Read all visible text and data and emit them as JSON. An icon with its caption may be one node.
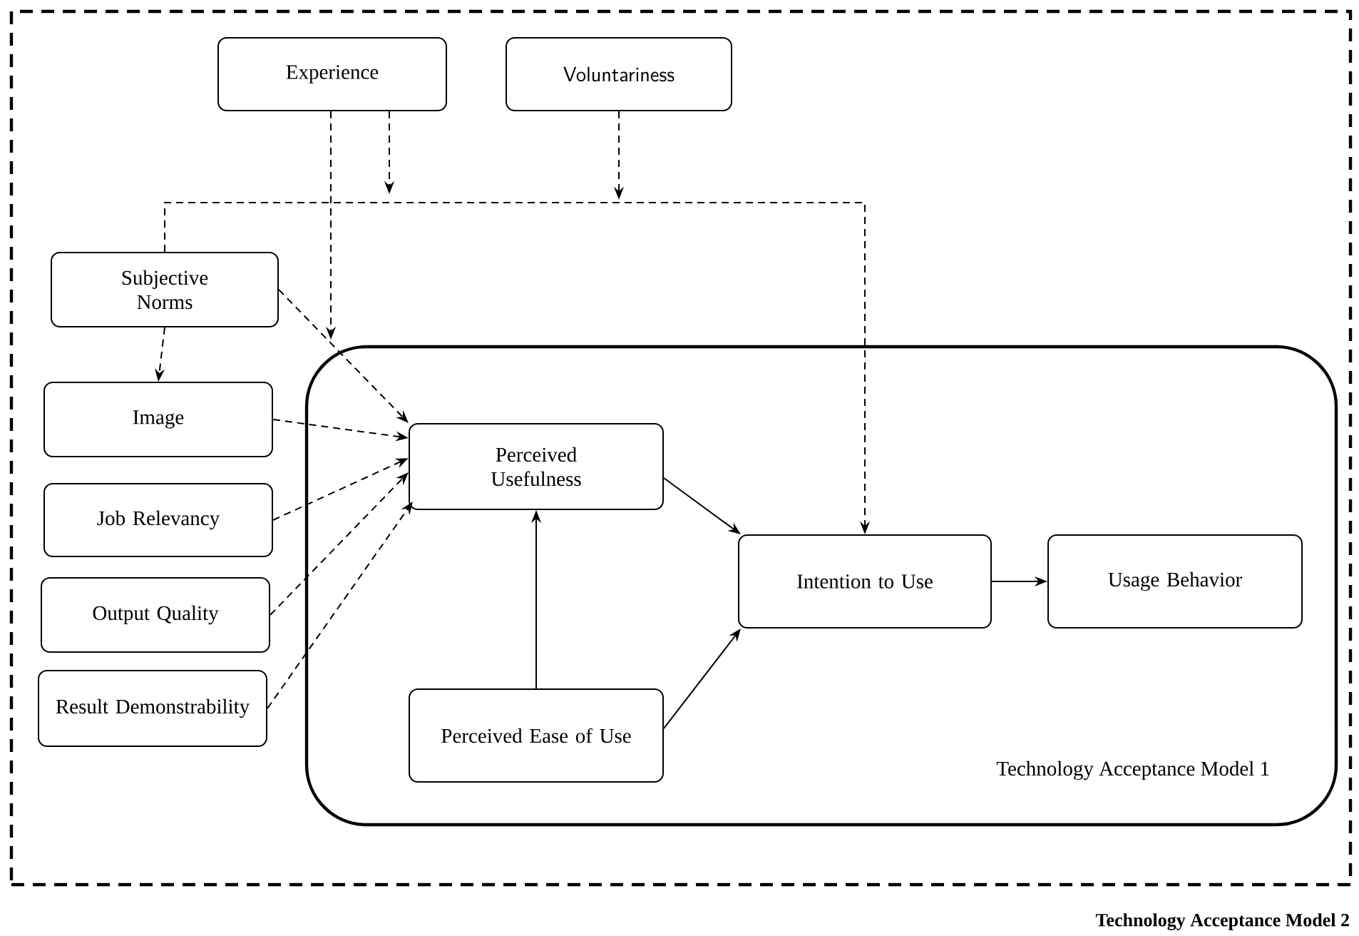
{
  "diagram": {
    "nodes": [
      {
        "text": [
          "Technology Acceptance Model 2"
        ]
      },
      {
        "text": [
          "Experience"
        ],
        "in": 0
      },
      {
        "text": [
          "Voluntariness"
        ],
        "in": 0
      },
      {
        "text": [
          "Subjective Norms"
        ],
        "in": 0
      },
      {
        "text": [
          "Image"
        ],
        "in": 0
      },
      {
        "text": [
          "Job Relevancy"
        ],
        "in": 0
      },
      {
        "text": [
          "Output Quality"
        ],
        "in": 0
      },
      {
        "text": [
          "Result Demonstrability"
        ],
        "in": 0
      },
      {
        "text": [
          "Technology Acceptance Model 1"
        ],
        "in": 0
      },
      {
        "text": [
          "Perceived Usefulness"
        ],
        "in": 8
      },
      {
        "text": [
          "Perceived Ease of Use"
        ],
        "in": 8
      },
      {
        "text": [
          "Intention to Use"
        ],
        "in": 8
      },
      {
        "text": [
          "Usage Behavior"
        ],
        "in": 8
      }
    ],
    "edges": [
      {
        "from": 1,
        "to": null,
        "arrow": "to",
        "style": "dashed"
      },
      {
        "from": 1,
        "to": null,
        "arrow": "to",
        "style": "dashed"
      },
      {
        "from": 2,
        "to": null,
        "arrow": "to",
        "style": "dashed"
      },
      {
        "from": 3,
        "to": 11,
        "arrow": "to",
        "style": "dashed"
      },
      {
        "from": 3,
        "to": 4,
        "arrow": "to",
        "style": "dashed"
      },
      {
        "from": 3,
        "to": 9,
        "arrow": "to",
        "style": "dashed"
      },
      {
        "from": 4,
        "to": 9,
        "arrow": "to",
        "style": "dashed"
      },
      {
        "from": 5,
        "to": 9,
        "arrow": "to",
        "style": "dashed"
      },
      {
        "from": 6,
        "to": 9,
        "arrow": "to",
        "style": "dashed"
      },
      {
        "from": 7,
        "to": 9,
        "arrow": "to",
        "style": "dashed"
      },
      {
        "from": 9,
        "to": 11,
        "arrow": "to"
      },
      {
        "from": 10,
        "to": 9,
        "arrow": "to"
      },
      {
        "from": 10,
        "to": 11,
        "arrow": "to"
      },
      {
        "from": 11,
        "to": 12,
        "arrow": "to"
      }
    ]
  }
}
